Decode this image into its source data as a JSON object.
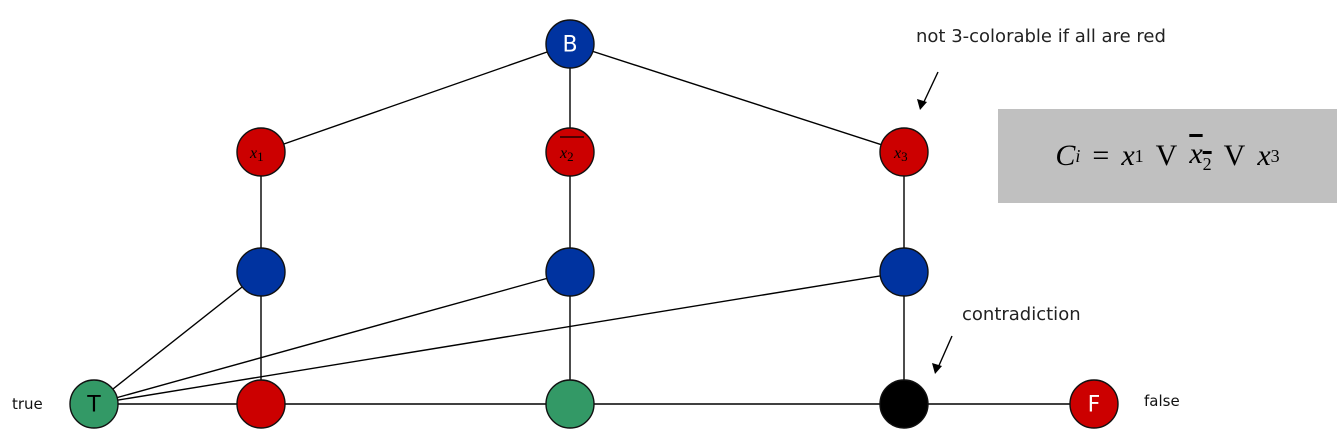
{
  "colors": {
    "blue": "#0033a0",
    "red": "#cc0000",
    "green": "#339966",
    "black": "#000000",
    "box": "#c0c0c0"
  },
  "nodes": {
    "b": {
      "label": "B",
      "color": "blue"
    },
    "x1": {
      "var": "x",
      "sub": "1",
      "negated": false,
      "color": "red"
    },
    "x2": {
      "var": "x",
      "sub": "2",
      "negated": true,
      "color": "red"
    },
    "x3": {
      "var": "x",
      "sub": "3",
      "negated": false,
      "color": "red"
    },
    "t": {
      "label": "T",
      "color": "green"
    },
    "f": {
      "label": "F",
      "color": "red"
    }
  },
  "annotations": {
    "not_colorable": "not 3-colorable if all are red",
    "contradiction": "contradiction",
    "true_label": "true",
    "false_label": "false"
  },
  "clause": {
    "lhs_var": "C",
    "lhs_sub": "i",
    "equals": "=",
    "terms": [
      {
        "var": "x",
        "sub": "1",
        "negated": false
      },
      {
        "op": "V"
      },
      {
        "var": "x",
        "sub": "2",
        "negated": true
      },
      {
        "op": "V"
      },
      {
        "var": "x",
        "sub": "3",
        "negated": false
      }
    ]
  }
}
